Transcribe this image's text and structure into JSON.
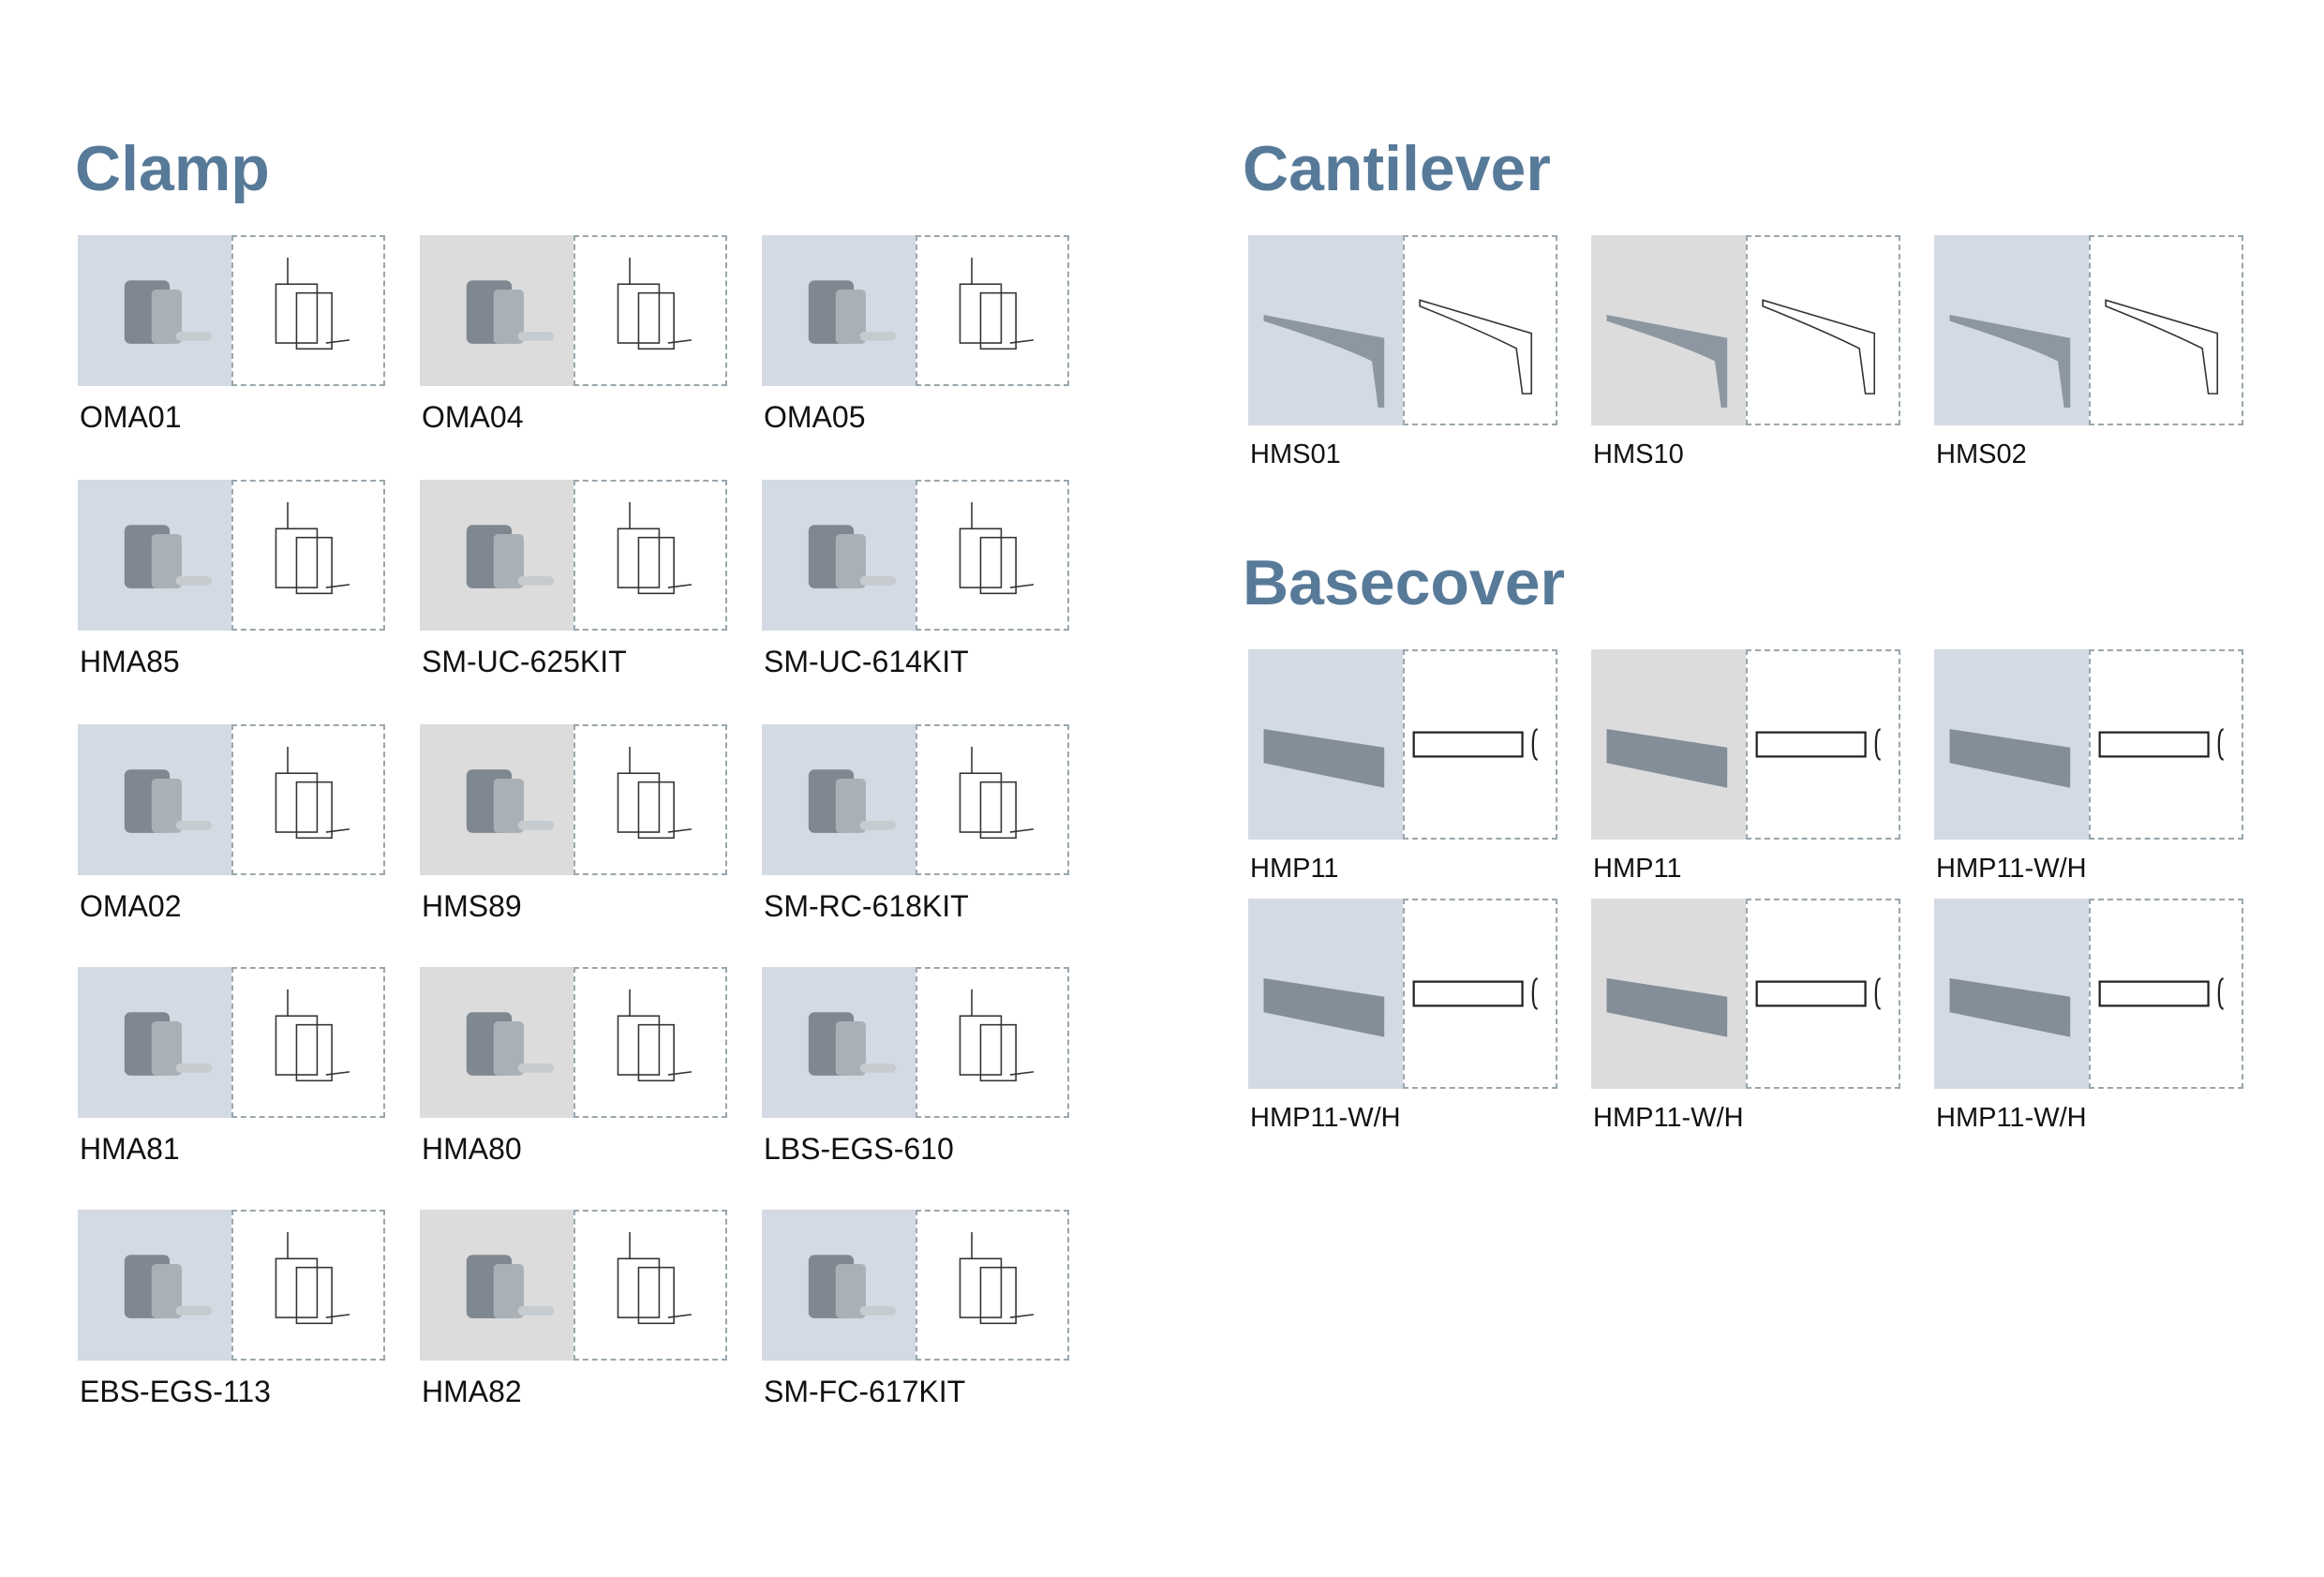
{
  "clamp": {
    "title": "Clamp",
    "items": [
      {
        "label": "OMA01",
        "bg": "blue"
      },
      {
        "label": "OMA04",
        "bg": "gray"
      },
      {
        "label": "OMA05",
        "bg": "blue"
      },
      {
        "label": "HMA85",
        "bg": "blue"
      },
      {
        "label": "SM-UC-625KIT",
        "bg": "gray"
      },
      {
        "label": "SM-UC-614KIT",
        "bg": "blue"
      },
      {
        "label": "OMA02",
        "bg": "blue"
      },
      {
        "label": "HMS89",
        "bg": "gray"
      },
      {
        "label": "SM-RC-618KIT",
        "bg": "blue"
      },
      {
        "label": "HMA81",
        "bg": "blue"
      },
      {
        "label": "HMA80",
        "bg": "gray"
      },
      {
        "label": "LBS-EGS-610",
        "bg": "blue"
      },
      {
        "label": "EBS-EGS-113",
        "bg": "blue"
      },
      {
        "label": "HMA82",
        "bg": "gray"
      },
      {
        "label": "SM-FC-617KIT",
        "bg": "blue"
      }
    ]
  },
  "cantilever": {
    "title": "Cantilever",
    "items": [
      {
        "label": "HMS01",
        "bg": "blue"
      },
      {
        "label": "HMS10",
        "bg": "gray"
      },
      {
        "label": "HMS02",
        "bg": "blue"
      }
    ]
  },
  "basecover": {
    "title": "Basecover",
    "items": [
      {
        "label": "HMP11",
        "bg": "blue"
      },
      {
        "label": "HMP11",
        "bg": "gray"
      },
      {
        "label": "HMP11-W/H",
        "bg": "blue"
      },
      {
        "label": "HMP11-W/H",
        "bg": "blue"
      },
      {
        "label": "HMP11-W/H",
        "bg": "gray"
      },
      {
        "label": "HMP11-W/H",
        "bg": "blue"
      }
    ]
  }
}
